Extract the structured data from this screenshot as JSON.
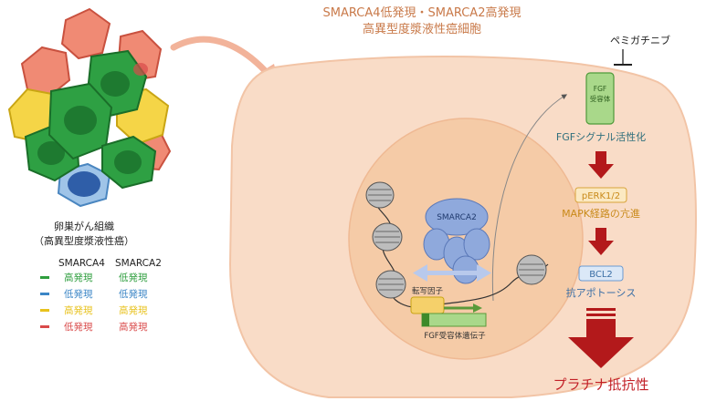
{
  "title": {
    "line1": "SMARCA4低発現・SMARCA2高発現",
    "line2": "高異型度漿液性癌細胞"
  },
  "tissue": {
    "label_line1": "卵巣がん組織",
    "label_line2": "（高異型度漿液性癌）"
  },
  "legend": {
    "col1_header": "SMARCA4",
    "col2_header": "SMARCA2",
    "rows": [
      {
        "color": "#2e9e3e",
        "smarca4": "高発現",
        "smarca2": "低発現"
      },
      {
        "color": "#3b86c6",
        "smarca4": "低発現",
        "smarca2": "低発現"
      },
      {
        "color": "#e8c21d",
        "smarca4": "高発現",
        "smarca2": "高発現"
      },
      {
        "color": "#d94a4a",
        "smarca4": "低発現",
        "smarca2": "高発現"
      }
    ]
  },
  "nucleus": {
    "smarca2_label": "SMARCA2",
    "tf_label": "転写因子",
    "gene_label": "FGF受容体遺伝子"
  },
  "pathway": {
    "drug_label": "ペミガチニブ",
    "receptor_line1": "FGF",
    "receptor_line2": "受容体",
    "step1": "FGFシグナル活性化",
    "step2_box": "pERK1/2",
    "step2": "MAPK経路の亢進",
    "step3_box": "BCL2",
    "step3": "抗アポトーシス",
    "result": "プラチナ抵抗性"
  },
  "colors": {
    "cell_outer": "#f9dcc7",
    "nucleus": "#f5cba7",
    "title_text": "#c97a4a",
    "pathway_text": "#2f6f7c",
    "arrow_red": "#b3191b",
    "result_text": "#c21f26",
    "orange_text": "#c98a1a",
    "blue_text": "#3a6ea5"
  }
}
